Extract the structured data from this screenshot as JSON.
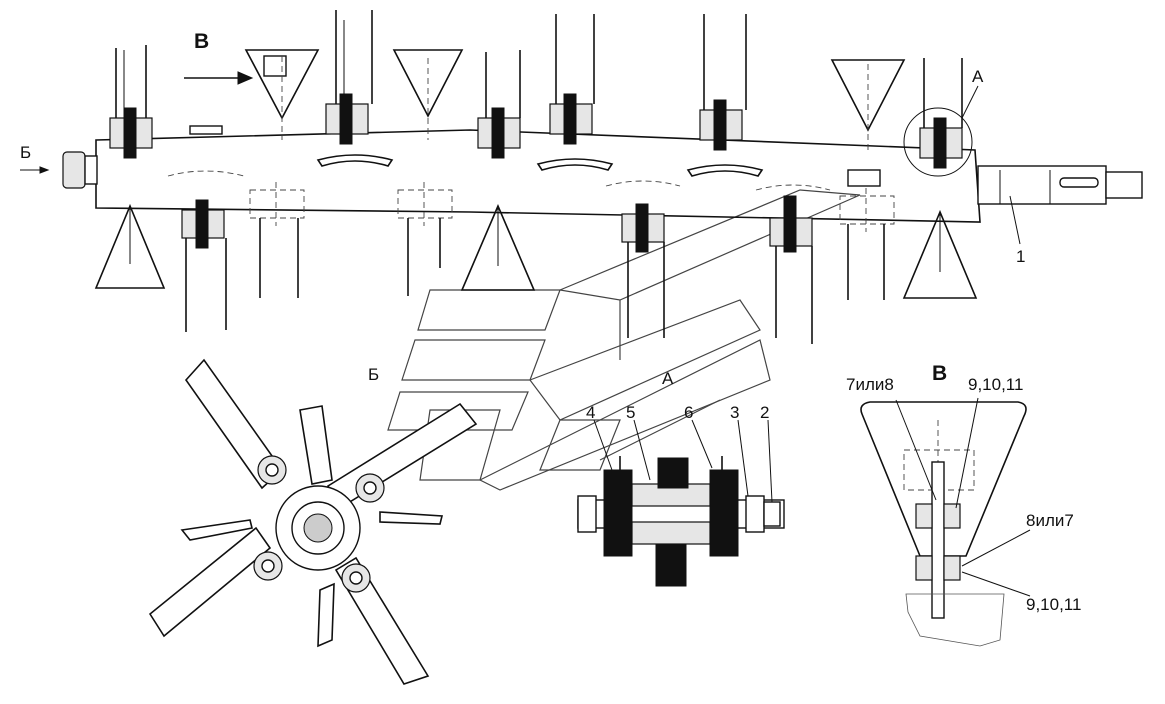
{
  "labels": {
    "view_b_top": "В",
    "view_b_side": "Б",
    "callout_a": "А",
    "part_1": "1",
    "section_b_title": "Б",
    "section_a_title": "А",
    "part_4": "4",
    "part_5": "5",
    "part_6": "6",
    "part_3": "3",
    "part_2": "2",
    "view_v_title": "В",
    "view_v_7or8": "7или8",
    "view_v_9_10_11_top": "9,10,11",
    "view_v_8or7": "8или7",
    "view_v_9_10_11_bottom": "9,10,11"
  }
}
